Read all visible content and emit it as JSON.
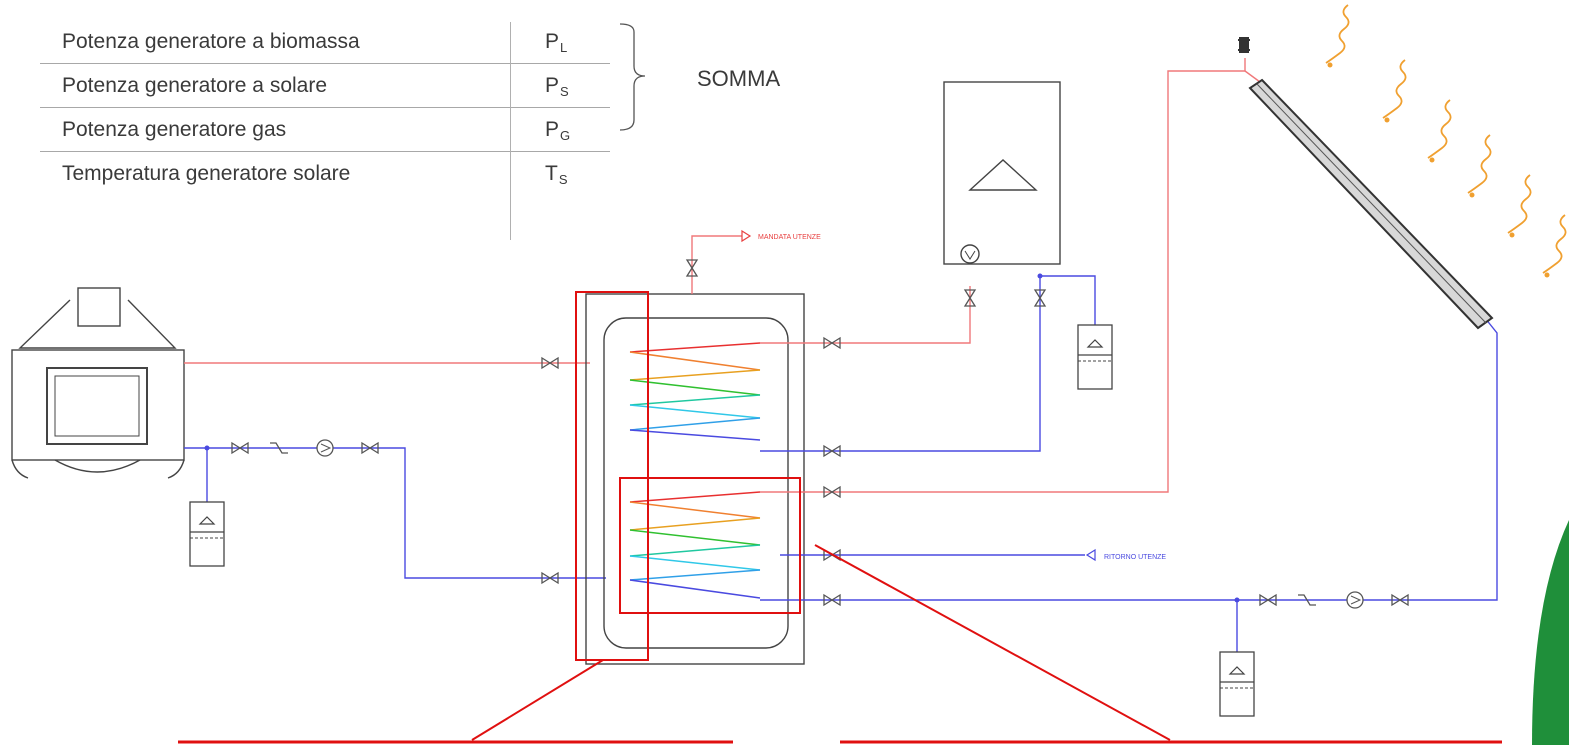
{
  "legend": {
    "rows": [
      {
        "label": "Potenza generatore a biomassa",
        "symbol": "P",
        "sub": "L"
      },
      {
        "label": "Potenza generatore a solare",
        "symbol": "P",
        "sub": "S"
      },
      {
        "label": "Potenza generatore gas",
        "symbol": "P",
        "sub": "G"
      },
      {
        "label": "Temperatura generatore solare",
        "symbol": "T",
        "sub": "S"
      }
    ],
    "brace_label": "SOMMA"
  },
  "pipes": {
    "supply_label": "MANDATA UTENZE",
    "return_label": "RITORNO UTENZE"
  },
  "colors": {
    "hot": "#f0787a",
    "cold": "#4a4ae0",
    "line": "#555555",
    "highlight": "#e01010",
    "sun": "#f0a030",
    "accent_green": "#1f8f3a"
  }
}
